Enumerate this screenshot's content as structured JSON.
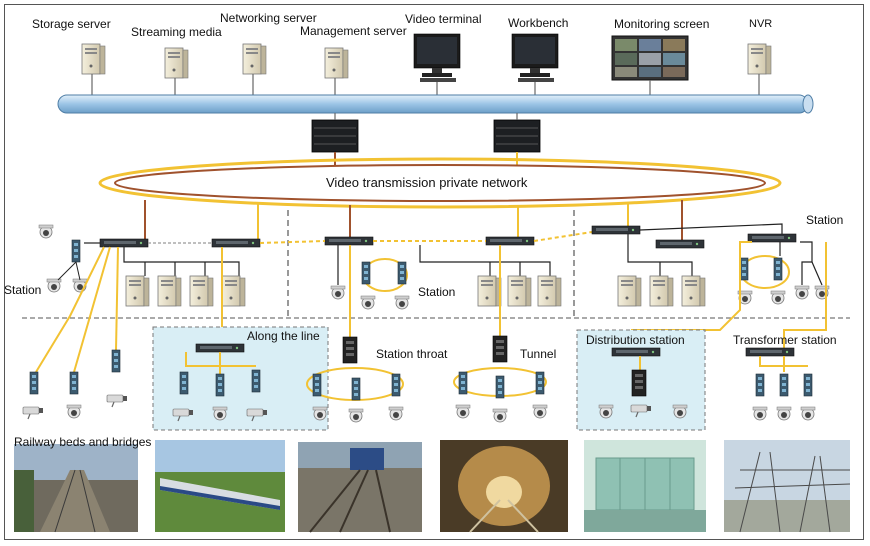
{
  "top_devices": {
    "storage_server": "Storage server",
    "streaming_media": "Streaming media",
    "networking_server": "Networking server",
    "management_server": "Management server",
    "video_terminal": "Video terminal",
    "workbench": "Workbench",
    "monitoring_screen": "Monitoring screen",
    "nvr": "NVR"
  },
  "network": {
    "ring_label": "Video transmission private network"
  },
  "stations": {
    "station_left": "Station",
    "station_mid": "Station",
    "station_right": "Station"
  },
  "field": {
    "along_the_line": "Along the line",
    "station_throat": "Station throat",
    "tunnel": "Tunnel",
    "distribution_station": "Distribution station",
    "transformer_station": "Transformer station",
    "railway_beds": "Railway beds and bridges"
  },
  "colors": {
    "bus": "#b9d7ee",
    "ring_yellow": "#f2c233",
    "ring_brown": "#a0522d",
    "highlight_box": "#d9eef5"
  }
}
